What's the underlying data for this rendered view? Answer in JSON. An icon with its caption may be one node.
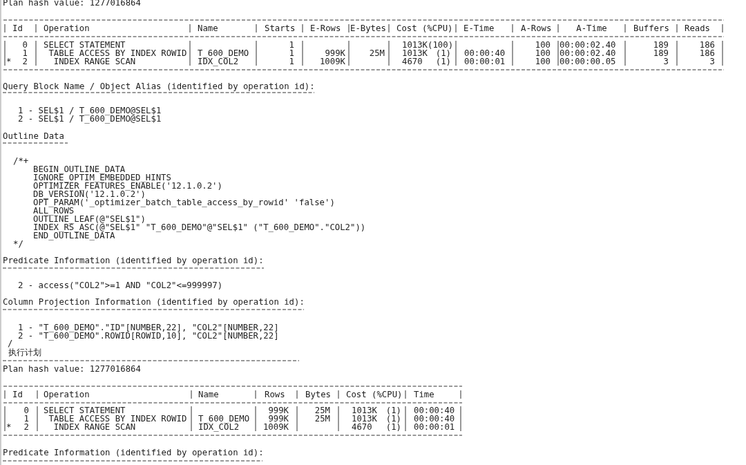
{
  "diagram": {
    "labels": [
      "Plan hash value: 1277016864",
      "Id",
      "Operation",
      "Name",
      "Starts",
      "E-Rows",
      "E-Bytes",
      "Cost (%CPU)",
      "E-Time",
      "A-Rows",
      "A-Time",
      "Buffers",
      "Reads",
      "0",
      "SELECT STATEMENT",
      "1",
      "1013K(100)",
      "100",
      "00:00:02.40",
      "189",
      "186",
      "1",
      "TABLE ACCESS BY INDEX ROWID",
      "T_600_DEMO",
      "1",
      "999K",
      "25M",
      "1013K (1)",
      "00:00:40",
      "100",
      "00:00:02.40",
      "189",
      "186",
      "*",
      "2",
      "INDEX RANGE SCAN",
      "IDX_COL2",
      "1",
      "1009K",
      "4670 (1)",
      "00:00:01",
      "100",
      "00:00:00.05",
      "3",
      "3",
      "Query Block Name / Object Alias (identified by operation id):",
      "1 - SEL$1 / T_600_DEMO@SEL$1",
      "2 - SEL$1 / T_600_DEMO@SEL$1",
      "Outline Data",
      "/*+",
      "BEGIN_OUTLINE_DATA",
      "IGNORE_OPTIM_EMBEDDED_HINTS",
      "OPTIMIZER_FEATURES_ENABLE('12.1.0.2')",
      "DB_VERSION('12.1.0.2')",
      "OPT_PARAM('_optimizer_batch_table_access_by_rowid' 'false')",
      "ALL_ROWS",
      "OUTLINE_LEAF(@\"SEL$1\")",
      "INDEX_RS_ASC(@\"SEL$1\" \"T_600_DEMO\"@\"SEL$1\" (\"T_600_DEMO\".\"COL2\"))",
      "END_OUTLINE_DATA",
      "*/",
      "Predicate Information (identified by operation id):",
      "2 - access(\"COL2\">=1 AND \"COL2\"<=999997)",
      "Column Projection Information (identified by operation id):",
      "1 - \"T_600_DEMO\".\"ID\"[NUMBER,22], \"COL2\"[NUMBER,22]",
      "2 - \"T_600_DEMO\".ROWID[ROWID,10], \"COL2\"[NUMBER,22]",
      "/",
      "执行计划",
      "Plan hash value: 1277016864",
      "Id",
      "Operation",
      "Name",
      "Rows",
      "Bytes",
      "Cost (%CPU)",
      "Time",
      "0",
      "SELECT STATEMENT",
      "999K",
      "25M",
      "1013K (1)",
      "00:00:40",
      "1",
      "TABLE ACCESS BY INDEX ROWID",
      "T_600_DEMO",
      "999K",
      "25M",
      "1013K (1)",
      "00:00:40",
      "*",
      "2",
      "INDEX RANGE SCAN",
      "IDX_COL2",
      "1009K",
      "4670 (1)",
      "00:00:01",
      "Predicate Information (identified by operation id):"
    ]
  }
}
